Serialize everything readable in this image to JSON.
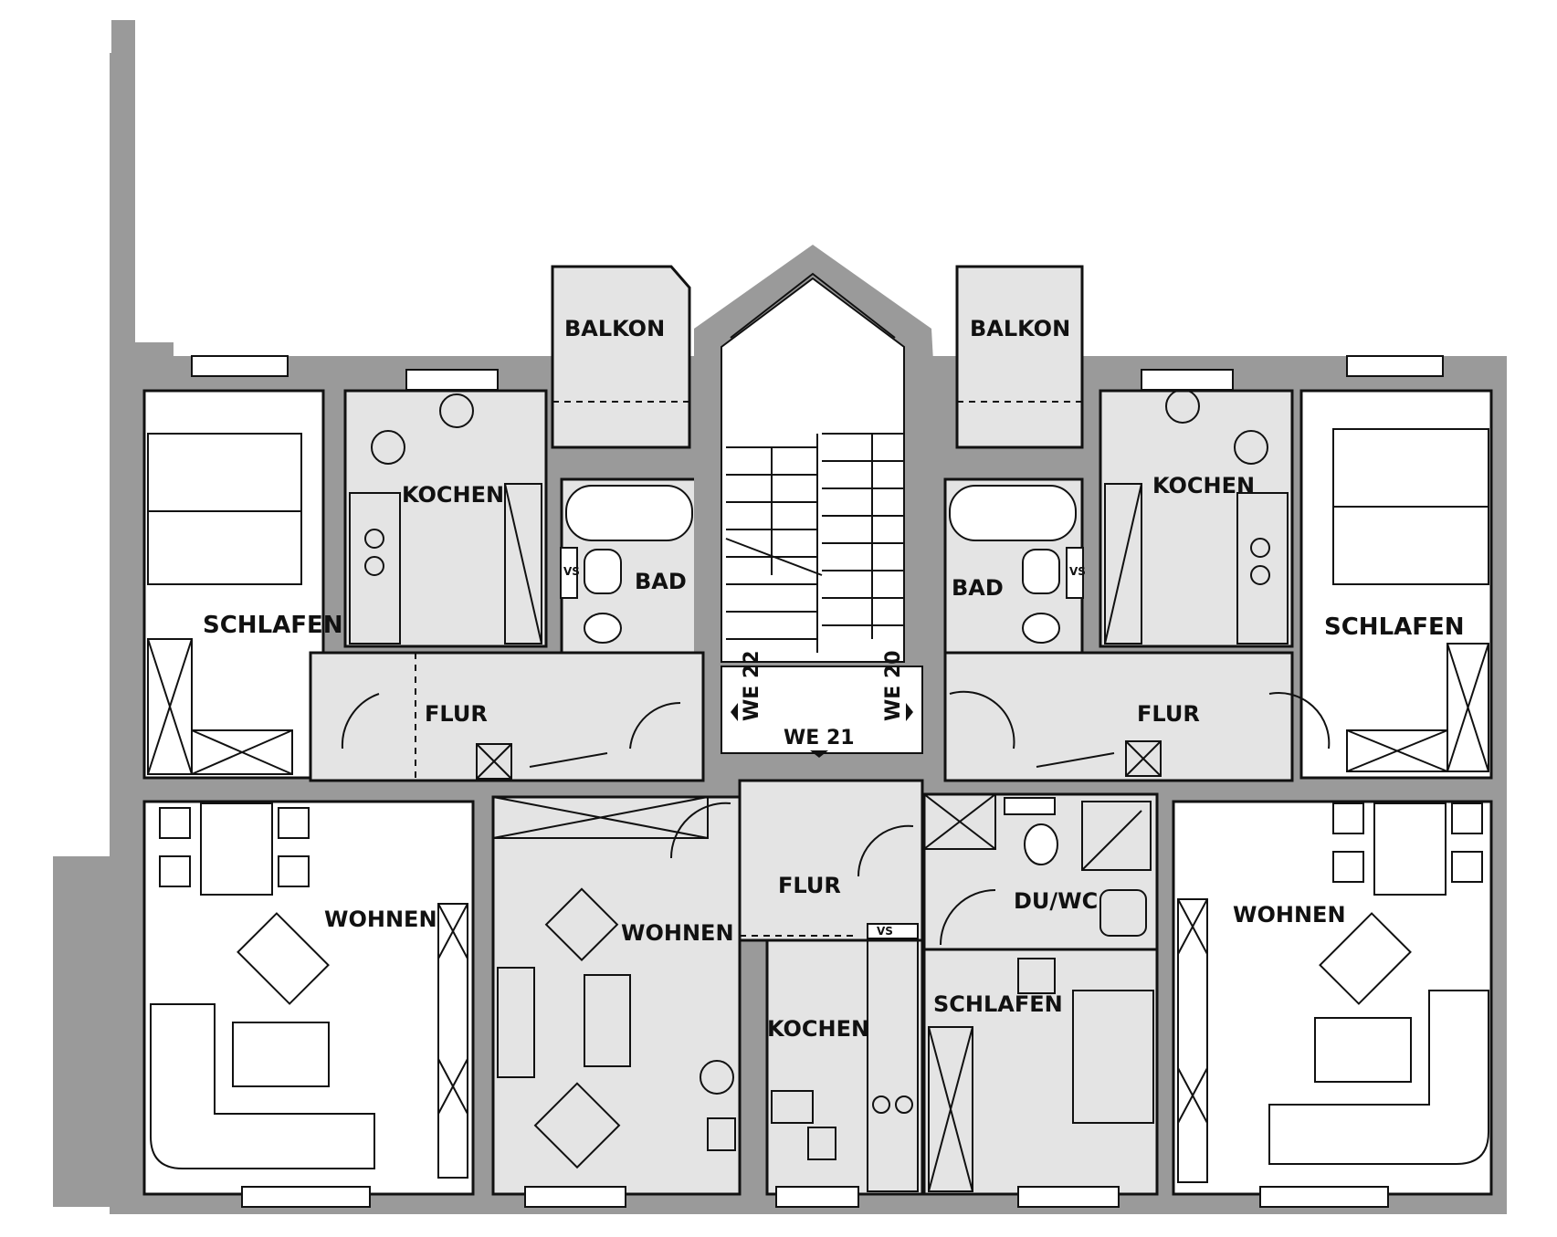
{
  "labels": {
    "balkon_left": "BALKON",
    "balkon_right": "BALKON",
    "kochen_top_left": "KOCHEN",
    "kochen_top_right": "KOCHEN",
    "kochen_bottom": "KOCHEN",
    "bad_left": "BAD",
    "bad_right": "BAD",
    "schlafen_left": "SCHLAFEN",
    "schlafen_right": "SCHLAFEN",
    "schlafen_bottom": "SCHLAFEN",
    "flur_left": "FLUR",
    "flur_right": "FLUR",
    "flur_bottom": "FLUR",
    "wohnen_left": "WOHNEN",
    "wohnen_mid": "WOHNEN",
    "wohnen_right": "WOHNEN",
    "duwc": "DU/WC",
    "we22": "WE 22",
    "we21": "WE 21",
    "we20": "WE 20",
    "vs_left": "VS",
    "vs_right": "VS",
    "vs_bottom": "VS"
  }
}
